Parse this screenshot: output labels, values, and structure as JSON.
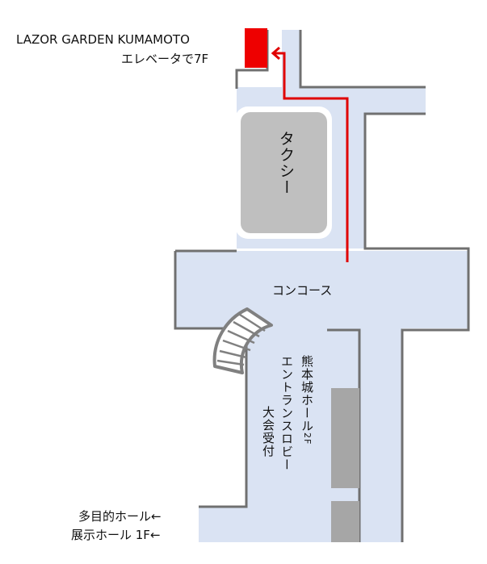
{
  "labels": {
    "destination_name": "LAZOR GARDEN KUMAMOTO",
    "destination_sub": "エレベータで7F",
    "taxi": "タクシー",
    "concourse": "コンコース",
    "hall_main": "熊本城ホール",
    "hall_floor": "2F",
    "entrance_lobby": "エントランスロビー",
    "tournament_reception": "大会受付",
    "multipurpose_hall": "多目的ホール←",
    "exhibition_hall": "展示ホール 1F←"
  },
  "colors": {
    "floor": "#dae3f3",
    "wall": "#707070",
    "taxi_area": "#bfbfbf",
    "route": "#e00000",
    "destination_marker": "#ee0000",
    "pillar": "#a6a6a6",
    "escalator": "#808080"
  }
}
